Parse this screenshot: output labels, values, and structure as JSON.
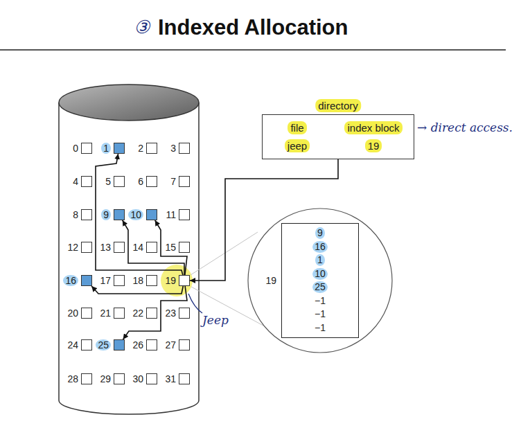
{
  "diagram": {
    "title": "Indexed Allocation",
    "nodes": [
      {
        "text": [
          "0"
        ]
      },
      {
        "text": [
          "1"
        ]
      },
      {
        "text": [
          "2"
        ]
      },
      {
        "text": [
          "3"
        ]
      },
      {
        "text": [
          "4"
        ]
      },
      {
        "text": [
          "5"
        ]
      },
      {
        "text": [
          "6"
        ]
      },
      {
        "text": [
          "7"
        ]
      },
      {
        "text": [
          "8"
        ]
      },
      {
        "text": [
          "9"
        ]
      },
      {
        "text": [
          "10"
        ]
      },
      {
        "text": [
          "11"
        ]
      },
      {
        "text": [
          "12"
        ]
      },
      {
        "text": [
          "13"
        ]
      },
      {
        "text": [
          "14"
        ]
      },
      {
        "text": [
          "15"
        ]
      },
      {
        "text": [
          "16"
        ]
      },
      {
        "text": [
          "17"
        ]
      },
      {
        "text": [
          "18"
        ]
      },
      {
        "text": [
          "19"
        ]
      },
      {
        "text": [
          "20"
        ]
      },
      {
        "text": [
          "21"
        ]
      },
      {
        "text": [
          "22"
        ]
      },
      {
        "text": [
          "23"
        ]
      },
      {
        "text": [
          "24"
        ]
      },
      {
        "text": [
          "25"
        ]
      },
      {
        "text": [
          "26"
        ]
      },
      {
        "text": [
          "27"
        ]
      },
      {
        "text": [
          "28"
        ]
      },
      {
        "text": [
          "29"
        ]
      },
      {
        "text": [
          "30"
        ]
      },
      {
        "text": [
          "31"
        ]
      },
      {
        "text": [
          "directory",
          "file",
          "index block",
          "jeep",
          "19"
        ]
      },
      {
        "text": [
          "19",
          "9",
          "16",
          "1",
          "10",
          "25",
          "−1",
          "−1",
          "−1"
        ]
      }
    ],
    "edges": [
      {
        "from": 19,
        "to": 9,
        "arrow": "to"
      },
      {
        "from": 19,
        "to": 16,
        "arrow": "to"
      },
      {
        "from": 19,
        "to": 1,
        "arrow": "to"
      },
      {
        "from": 19,
        "to": 10,
        "arrow": "to"
      },
      {
        "from": 19,
        "to": 25,
        "arrow": "to"
      },
      {
        "from": 32,
        "to": 19,
        "arrow": "to"
      }
    ],
    "labels": [
      "③",
      "→ direct access.",
      "Jeep"
    ]
  }
}
